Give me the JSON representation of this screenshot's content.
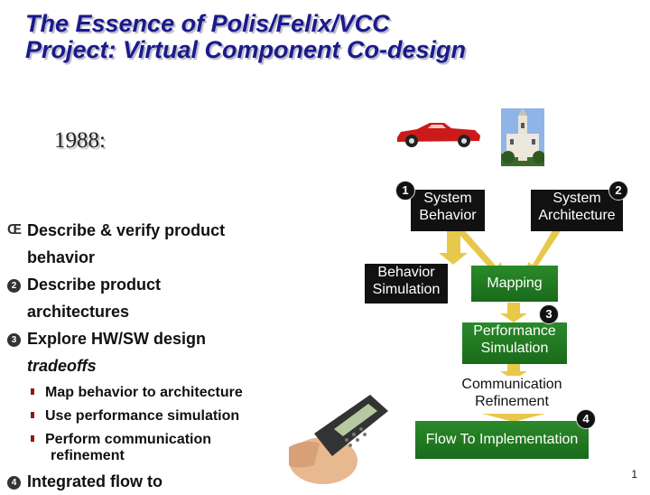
{
  "slide": {
    "title_line1": "The Essence of Polis/Felix/VCC",
    "title_line2": "Project: Virtual Component Co-design",
    "year": "1988:",
    "page_number": "1"
  },
  "bullets": [
    {
      "marker": "Œ",
      "line1": "Describe & verify product",
      "line2": "behavior"
    },
    {
      "marker": "2",
      "line1": "Describe product",
      "line2": "architectures"
    },
    {
      "marker": "3",
      "line1": "Explore HW/SW design",
      "line2": "tradeoffs"
    },
    {
      "marker": "4",
      "line1": "Integrated flow to",
      "line2": ""
    }
  ],
  "sub_bullets": [
    "Map behavior to architecture",
    "Use performance simulation",
    "Perform communication",
    "refinement"
  ],
  "diagram": {
    "system_behavior": "System Behavior",
    "system_architecture": "System Architecture",
    "behavior_simulation": "Behavior Simulation",
    "mapping": "Mapping",
    "performance_simulation": "Performance Simulation",
    "communication_refinement": "Communication Refinement",
    "flow_to_implementation": "Flow To Implementation",
    "step1": "1",
    "step2": "2",
    "step3": "3",
    "step4": "4"
  },
  "colors": {
    "title": "#1a1a8c",
    "arrow": "#e8c84a",
    "green_box": "#1f7a1f",
    "car": "#cc1a1a"
  },
  "icons": [
    "red-car-icon",
    "building-icon",
    "cell-phone-icon"
  ]
}
